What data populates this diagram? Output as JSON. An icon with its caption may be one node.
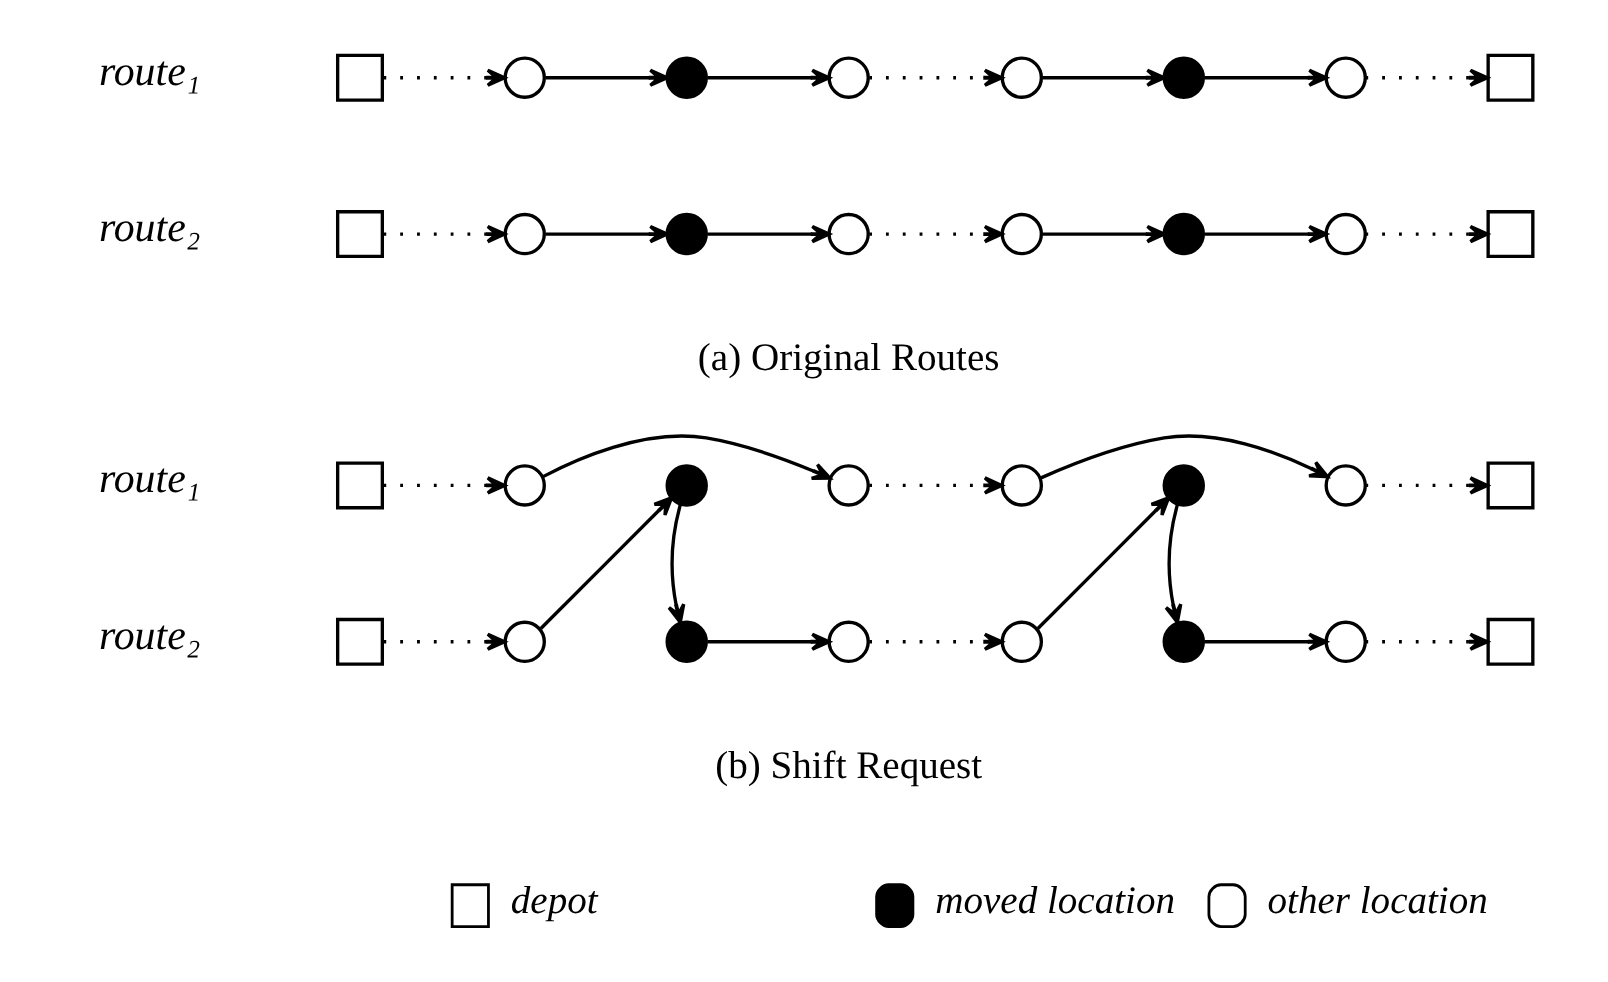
{
  "diagram": {
    "nodes": [
      {
        "text": [],
        "shape": "box"
      },
      {
        "text": [],
        "shape": "circle"
      },
      {
        "text": [],
        "shape": "dot"
      },
      {
        "text": [],
        "shape": "circle"
      },
      {
        "text": [],
        "shape": "circle"
      },
      {
        "text": [],
        "shape": "dot"
      },
      {
        "text": [],
        "shape": "circle"
      },
      {
        "text": [],
        "shape": "box"
      },
      {
        "text": [],
        "shape": "box"
      },
      {
        "text": [],
        "shape": "circle"
      },
      {
        "text": [],
        "shape": "dot"
      },
      {
        "text": [],
        "shape": "circle"
      },
      {
        "text": [],
        "shape": "circle"
      },
      {
        "text": [],
        "shape": "dot"
      },
      {
        "text": [],
        "shape": "circle"
      },
      {
        "text": [],
        "shape": "box"
      },
      {
        "text": [],
        "shape": "box"
      },
      {
        "text": [],
        "shape": "circle"
      },
      {
        "text": [],
        "shape": "dot"
      },
      {
        "text": [],
        "shape": "circle"
      },
      {
        "text": [],
        "shape": "circle"
      },
      {
        "text": [],
        "shape": "dot"
      },
      {
        "text": [],
        "shape": "circle"
      },
      {
        "text": [],
        "shape": "box"
      },
      {
        "text": [],
        "shape": "box"
      },
      {
        "text": [],
        "shape": "circle"
      },
      {
        "text": [],
        "shape": "dot"
      },
      {
        "text": [],
        "shape": "circle"
      },
      {
        "text": [],
        "shape": "circle"
      },
      {
        "text": [],
        "shape": "dot"
      },
      {
        "text": [],
        "shape": "circle"
      },
      {
        "text": [],
        "shape": "box"
      }
    ],
    "edges": [
      {
        "from": 0,
        "to": 1,
        "arrow": "to",
        "style": "dashed"
      },
      {
        "from": 1,
        "to": 2,
        "arrow": "to"
      },
      {
        "from": 2,
        "to": 3,
        "arrow": "to"
      },
      {
        "from": 3,
        "to": 4,
        "arrow": "to",
        "style": "dashed"
      },
      {
        "from": 4,
        "to": 5,
        "arrow": "to"
      },
      {
        "from": 5,
        "to": 6,
        "arrow": "to"
      },
      {
        "from": 6,
        "to": 7,
        "arrow": "to",
        "style": "dashed"
      },
      {
        "from": 8,
        "to": 9,
        "arrow": "to",
        "style": "dashed"
      },
      {
        "from": 9,
        "to": 10,
        "arrow": "to"
      },
      {
        "from": 10,
        "to": 11,
        "arrow": "to"
      },
      {
        "from": 11,
        "to": 12,
        "arrow": "to",
        "style": "dashed"
      },
      {
        "from": 12,
        "to": 13,
        "arrow": "to"
      },
      {
        "from": 13,
        "to": 14,
        "arrow": "to"
      },
      {
        "from": 14,
        "to": 15,
        "arrow": "to",
        "style": "dashed"
      },
      {
        "from": 16,
        "to": 17,
        "arrow": "to",
        "style": "dashed"
      },
      {
        "from": 17,
        "to": 19,
        "arrow": "to"
      },
      {
        "from": 19,
        "to": 20,
        "arrow": "to",
        "style": "dashed"
      },
      {
        "from": 20,
        "to": 22,
        "arrow": "to"
      },
      {
        "from": 22,
        "to": 23,
        "arrow": "to",
        "style": "dashed"
      },
      {
        "from": 24,
        "to": 25,
        "arrow": "to",
        "style": "dashed"
      },
      {
        "from": 25,
        "to": 18,
        "arrow": "to"
      },
      {
        "from": 18,
        "to": 26,
        "arrow": "to"
      },
      {
        "from": 26,
        "to": 27,
        "arrow": "to"
      },
      {
        "from": 27,
        "to": 28,
        "arrow": "to",
        "style": "dashed"
      },
      {
        "from": 28,
        "to": 21,
        "arrow": "to"
      },
      {
        "from": 21,
        "to": 29,
        "arrow": "to"
      },
      {
        "from": 29,
        "to": 30,
        "arrow": "to"
      },
      {
        "from": 30,
        "to": 31,
        "arrow": "to",
        "style": "dashed"
      }
    ],
    "labels": [
      "route₁",
      "route₂",
      "(a) Original Routes",
      "route₁",
      "route₂",
      "(b) Shift Request"
    ],
    "legend": [
      {
        "text": "depot"
      },
      {
        "text": "moved location"
      },
      {
        "text": "other location"
      }
    ]
  }
}
